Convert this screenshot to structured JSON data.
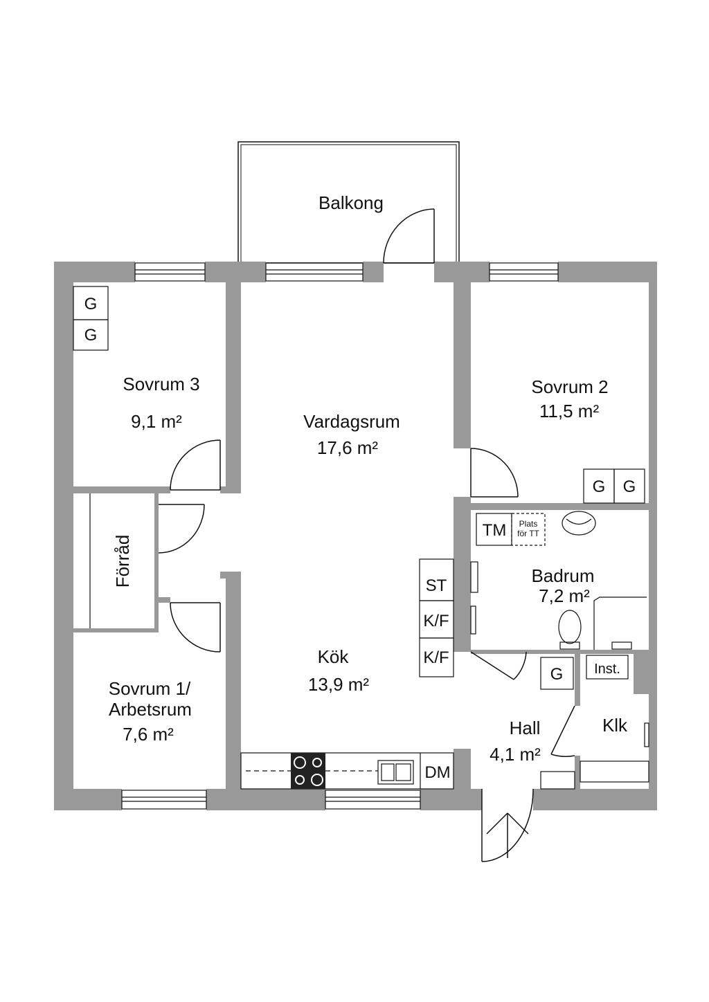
{
  "colors": {
    "wall": "#999999",
    "line": "#111111",
    "background": "#ffffff",
    "hob": "#222222"
  },
  "rooms": {
    "balkong": {
      "name": "Balkong"
    },
    "sovrum3": {
      "name": "Sovrum 3",
      "area": "9,1 m²"
    },
    "vardagsrum": {
      "name": "Vardagsrum",
      "area": "17,6 m²"
    },
    "sovrum2": {
      "name": "Sovrum 2",
      "area": "11,5 m²"
    },
    "forrad": {
      "name": "Förråd"
    },
    "badrum": {
      "name": "Badrum",
      "area": "7,2 m²"
    },
    "kok": {
      "name": "Kök",
      "area": "13,9 m²"
    },
    "sovrum1": {
      "line1": "Sovrum 1/",
      "line2": "Arbetsrum",
      "area": "7,6 m²"
    },
    "hall": {
      "name": "Hall",
      "area": "4,1 m²"
    },
    "klk": {
      "name": "Klk"
    }
  },
  "fixtures": {
    "wardrobe": "G",
    "tm": "TM",
    "plats_line1": "Plats",
    "plats_line2": "för TT",
    "st": "ST",
    "kf": "K/F",
    "inst": "Inst.",
    "dm": "DM"
  }
}
